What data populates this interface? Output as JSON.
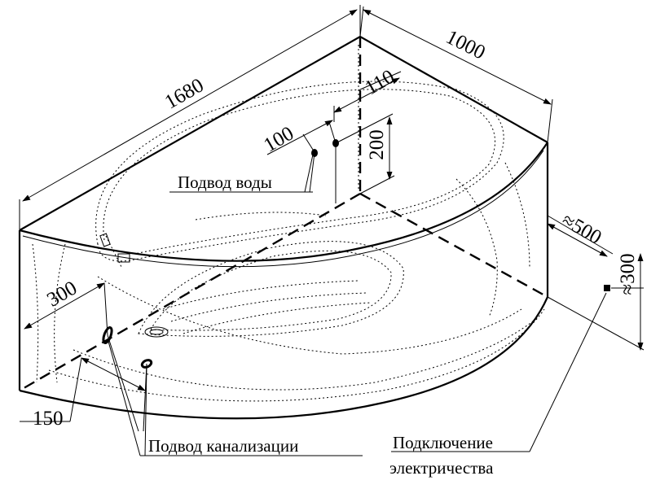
{
  "dimensions": {
    "length": "1680",
    "width": "1000",
    "inlet_offset": "110",
    "inlet_spacing": "100",
    "inlet_height": "200",
    "drain_offset": "300",
    "drain_spacing": "150",
    "power_offset": "≈500",
    "power_height": "≈300"
  },
  "labels": {
    "water_supply": "Подвод воды",
    "drain_connection": "Подвод канализации",
    "electrical_line1": "Подключение",
    "electrical_line2": "электричества"
  }
}
